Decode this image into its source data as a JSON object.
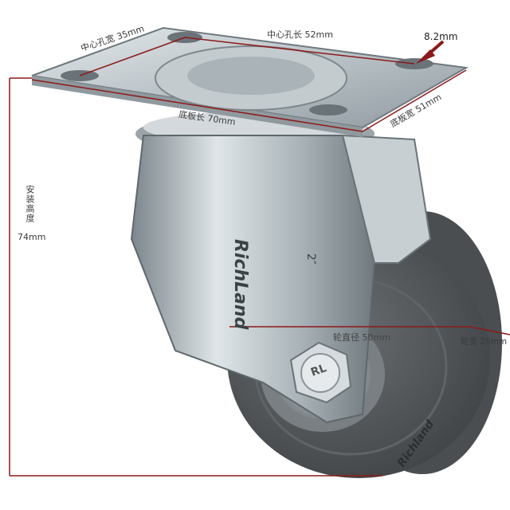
{
  "product": {
    "brand": "RichLand",
    "size_mark": "2″",
    "hub_mark": "RL",
    "tread_brand": "Richland"
  },
  "dimensions": {
    "center_hole_width": "中心孔宽 35mm",
    "center_hole_length": "中心孔长 52mm",
    "hole_diameter": "8.2mm",
    "plate_width": "底板宽 51mm",
    "plate_length": "底板长 70mm",
    "install_height_label": "安装高度",
    "install_height_value": "74mm",
    "wheel_diameter": "轮直径 50mm",
    "wheel_width": "轮宽 26mm"
  },
  "colors": {
    "dimension_line": "#8b1a1a",
    "metal": "#b9c2c6",
    "wheel": "#55595c"
  }
}
